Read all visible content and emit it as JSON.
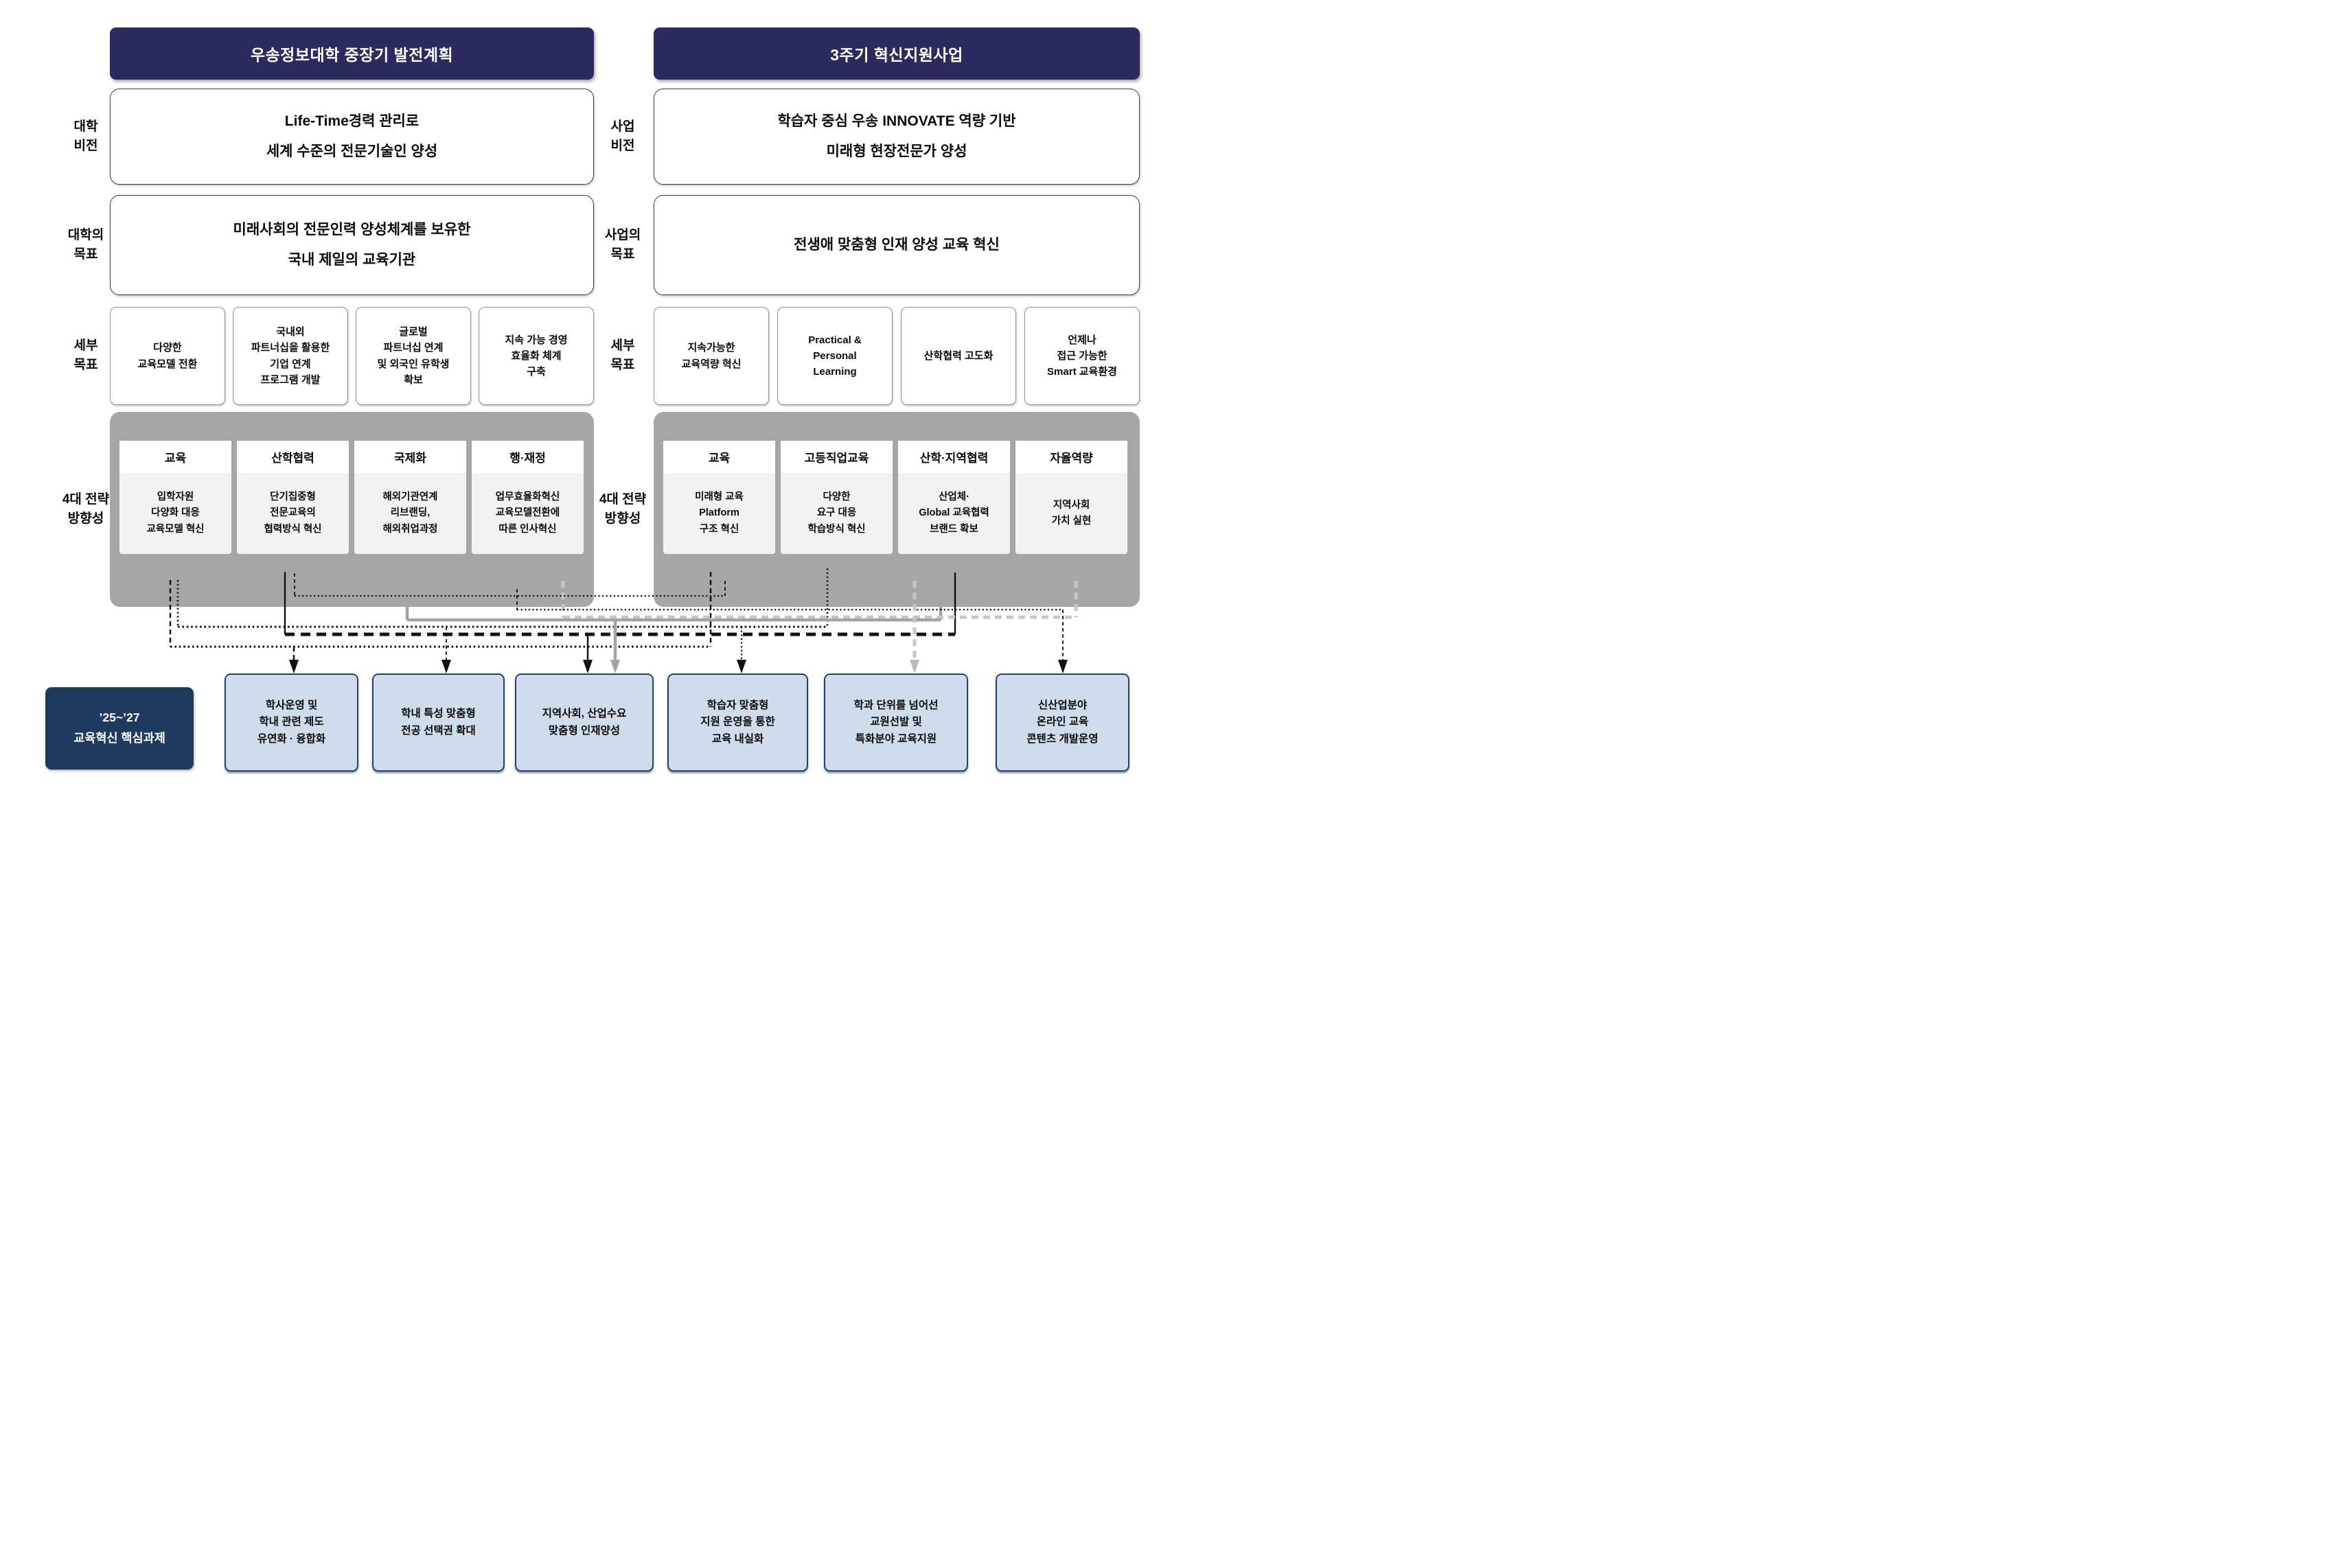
{
  "colors": {
    "header_navy": "#2b2b5e",
    "key_navy": "#1f3a5f",
    "task_fill": "#cfdcec",
    "task_border": "#24436b",
    "strategy_gray": "#a6a6a6",
    "card_body_gray": "#f2f2f2",
    "connector_black": "#111111",
    "connector_gray": "#a3a3a3",
    "connector_light_gray": "#c7c7c7"
  },
  "left": {
    "header": "우송정보대학 중장기 발전계획",
    "vision_label": "대학\n비전",
    "vision": "Life-Time경력 관리로\n세계 수준의 전문기술인 양성",
    "goal_label": "대학의\n목표",
    "goal": "미래사회의 전문인력 양성체계를 보유한\n국내 제일의 교육기관",
    "detail_label": "세부\n목표",
    "details": [
      "다양한\n교육모델 전환",
      "국내외\n파트너십을 활용한\n기업 연계\n프로그램 개발",
      "글로벌\n파트너십 연계\n및 외국인 유학생\n확보",
      "지속 가능 경영\n효율화 체계\n구축"
    ],
    "strategy_label": "4대 전략\n방향성",
    "cards": [
      {
        "title": "교육",
        "body": "입학자원\n다양화 대응\n교육모델 혁신"
      },
      {
        "title": "산학협력",
        "body": "단기집중형\n전문교육의\n협력방식 혁신"
      },
      {
        "title": "국제화",
        "body": "해외기관연계\n리브랜딩,\n해외취업과정"
      },
      {
        "title": "행·재정",
        "body": "업무효율화혁신\n교육모델전환에\n따른 인사혁신"
      }
    ]
  },
  "right": {
    "header": "3주기 혁신지원사업",
    "vision_label": "사업\n비전",
    "vision": "학습자 중심 우송 INNOVATE 역량 기반\n미래형 현장전문가 양성",
    "goal_label": "사업의\n목표",
    "goal": "전생애 맞춤형 인재 양성 교육 혁신",
    "detail_label": "세부\n목표",
    "details": [
      "지속가능한\n교육역량 혁신",
      "Practical &\nPersonal\nLearning",
      "산학협력 고도화",
      "언제나\n접근 가능한\nSmart 교육환경"
    ],
    "strategy_label": "4대 전략\n방향성",
    "cards": [
      {
        "title": "교육",
        "body": "미래형 교육\nPlatform\n구조 혁신"
      },
      {
        "title": "고등직업교육",
        "body": "다양한\n요구 대응\n학습방식 혁신"
      },
      {
        "title": "산학·지역협력",
        "body": "산업체·\nGlobal 교육협력\n브랜드 확보"
      },
      {
        "title": "자율역량",
        "body": "지역사회\n가치 실현"
      }
    ]
  },
  "bottom": {
    "key_box": "’25~’27\n교육혁신 핵심과제",
    "tasks": [
      "학사운영 및\n학내 관련 제도\n유연화 · 융합화",
      "학내 특성 맞춤형\n전공 선택권 확대",
      "지역사회, 산업수요\n맞춤형 인재양성",
      "학습자 맞춤형\n지원 운영을 통한\n교육 내실화",
      "학과 단위를 넘어선\n교원선발 및\n특화분야 교육지원",
      "신산업분야\n온라인 교육\n콘텐츠 개발운영"
    ]
  }
}
